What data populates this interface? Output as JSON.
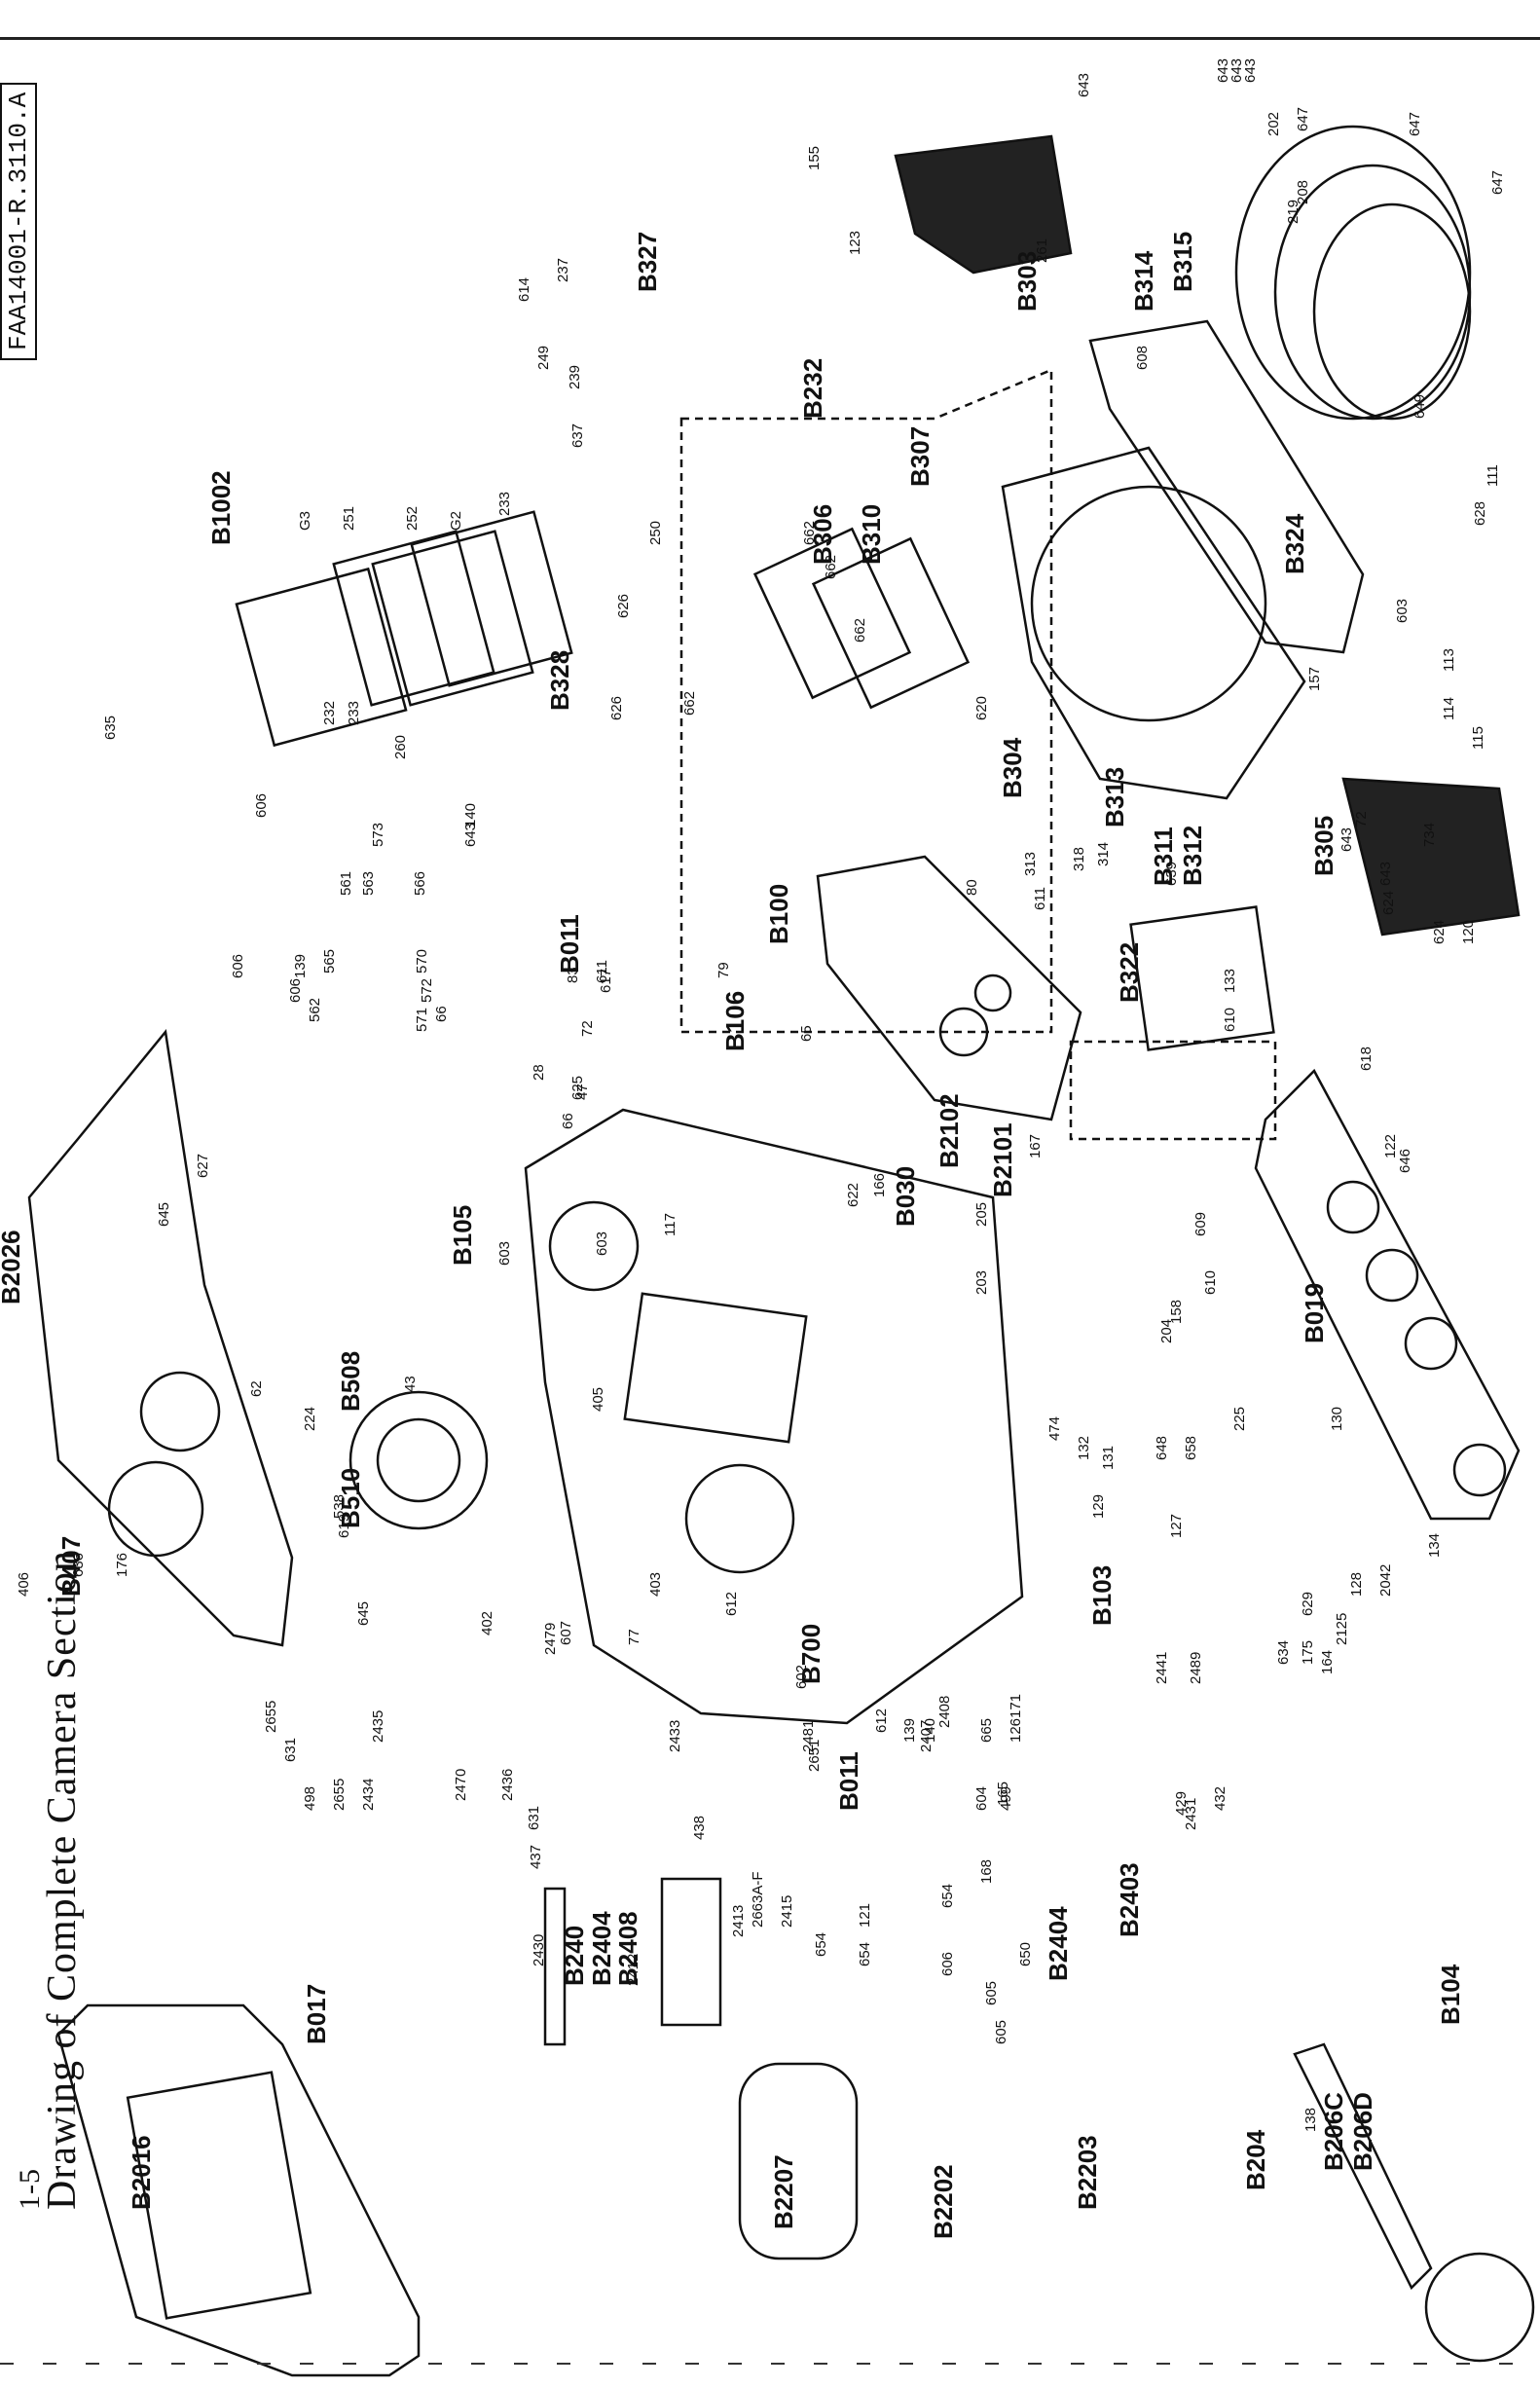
{
  "page": {
    "title": "Drawing of Complete Camera Section",
    "header_prefix": "1-5",
    "doc_code": "FAA14001-R.3110.A"
  },
  "callouts": {
    "assemblies": [
      "B1002",
      "B327",
      "B232",
      "B303",
      "B314",
      "B315",
      "B306",
      "B310",
      "B307",
      "B328",
      "B2026",
      "B105",
      "B508",
      "B510",
      "B407",
      "B011",
      "B106",
      "B100",
      "B304",
      "B313",
      "B311",
      "B312",
      "B305",
      "B322",
      "B324",
      "B030",
      "B2102",
      "B2101",
      "B019",
      "B103",
      "B700",
      "B2016",
      "B017",
      "B240",
      "B2404",
      "B2408",
      "B2403",
      "B2207",
      "B2202",
      "B2203",
      "B204",
      "B206C",
      "B206D",
      "B104",
      "B011",
      "B2404"
    ],
    "parts": [
      "155",
      "123",
      "261",
      "643",
      "643",
      "643",
      "647",
      "647",
      "647",
      "202",
      "219",
      "208",
      "608",
      "649",
      "111",
      "628",
      "603",
      "113",
      "114",
      "115",
      "157",
      "237",
      "614",
      "249",
      "239",
      "637",
      "233",
      "G3",
      "251",
      "252",
      "G2",
      "232",
      "233",
      "260",
      "635",
      "643",
      "250",
      "662",
      "662",
      "662",
      "662",
      "626",
      "626",
      "620",
      "606",
      "573",
      "563",
      "566",
      "570",
      "572",
      "565",
      "571",
      "561",
      "606",
      "606",
      "562",
      "139",
      "140",
      "643",
      "313",
      "72",
      "734",
      "639",
      "318",
      "314",
      "643",
      "643",
      "624",
      "624",
      "120",
      "611",
      "611",
      "80",
      "83",
      "79",
      "28",
      "625",
      "72",
      "617",
      "66",
      "66",
      "65",
      "47",
      "603",
      "603",
      "645",
      "627",
      "62",
      "43",
      "117",
      "622",
      "166",
      "167",
      "205",
      "203",
      "609",
      "610",
      "122",
      "646",
      "618",
      "610",
      "133",
      "134",
      "204",
      "158",
      "130",
      "405",
      "474",
      "132",
      "131",
      "648",
      "658",
      "225",
      "224",
      "538",
      "619",
      "645",
      "402",
      "403",
      "406",
      "636",
      "176",
      "129",
      "127",
      "629",
      "128",
      "2042",
      "2125",
      "634",
      "175",
      "164",
      "2441",
      "2489",
      "2479",
      "607",
      "77",
      "612",
      "612",
      "139",
      "140",
      "665",
      "126",
      "604",
      "499",
      "429",
      "2431",
      "432",
      "2655",
      "631",
      "498",
      "2655",
      "2434",
      "2435",
      "2470",
      "2436",
      "631",
      "437",
      "438",
      "2433",
      "2481",
      "602",
      "2407",
      "2408",
      "2651",
      "2430",
      "2412",
      "2413",
      "2663A-F",
      "2415",
      "654",
      "121",
      "654",
      "654",
      "606",
      "168",
      "165",
      "171",
      "650",
      "605",
      "605",
      "138"
    ]
  }
}
